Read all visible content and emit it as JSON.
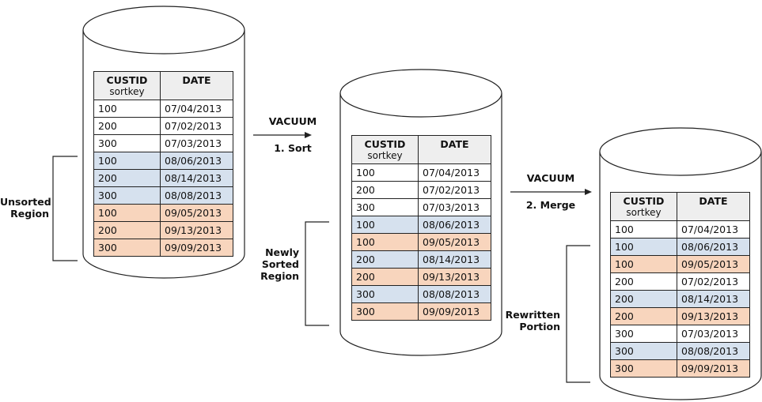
{
  "arrows": [
    {
      "top": "VACUUM",
      "bottom": "1. Sort"
    },
    {
      "top": "VACUUM",
      "bottom": "2. Merge"
    }
  ],
  "region_labels": {
    "unsorted": "Unsorted\nRegion",
    "newly_sorted": "Newly\nSorted\nRegion",
    "rewritten": "Rewritten\nPortion"
  },
  "table_header": {
    "col1": "CUSTID",
    "col1_sub": "sortkey",
    "col2": "DATE"
  },
  "tables": [
    {
      "rows": [
        {
          "custid": "100",
          "date": "07/04/2013",
          "color": "white"
        },
        {
          "custid": "200",
          "date": "07/02/2013",
          "color": "white"
        },
        {
          "custid": "300",
          "date": "07/03/2013",
          "color": "white"
        },
        {
          "custid": "100",
          "date": "08/06/2013",
          "color": "blue"
        },
        {
          "custid": "200",
          "date": "08/14/2013",
          "color": "blue"
        },
        {
          "custid": "300",
          "date": "08/08/2013",
          "color": "blue"
        },
        {
          "custid": "100",
          "date": "09/05/2013",
          "color": "peach"
        },
        {
          "custid": "200",
          "date": "09/13/2013",
          "color": "peach"
        },
        {
          "custid": "300",
          "date": "09/09/2013",
          "color": "peach"
        }
      ]
    },
    {
      "rows": [
        {
          "custid": "100",
          "date": "07/04/2013",
          "color": "white"
        },
        {
          "custid": "200",
          "date": "07/02/2013",
          "color": "white"
        },
        {
          "custid": "300",
          "date": "07/03/2013",
          "color": "white"
        },
        {
          "custid": "100",
          "date": "08/06/2013",
          "color": "blue"
        },
        {
          "custid": "100",
          "date": "09/05/2013",
          "color": "peach"
        },
        {
          "custid": "200",
          "date": "08/14/2013",
          "color": "blue"
        },
        {
          "custid": "200",
          "date": "09/13/2013",
          "color": "peach"
        },
        {
          "custid": "300",
          "date": "08/08/2013",
          "color": "blue"
        },
        {
          "custid": "300",
          "date": "09/09/2013",
          "color": "peach"
        }
      ]
    },
    {
      "rows": [
        {
          "custid": "100",
          "date": "07/04/2013",
          "color": "white"
        },
        {
          "custid": "100",
          "date": "08/06/2013",
          "color": "blue"
        },
        {
          "custid": "100",
          "date": "09/05/2013",
          "color": "peach"
        },
        {
          "custid": "200",
          "date": "07/02/2013",
          "color": "white"
        },
        {
          "custid": "200",
          "date": "08/14/2013",
          "color": "blue"
        },
        {
          "custid": "200",
          "date": "09/13/2013",
          "color": "peach"
        },
        {
          "custid": "300",
          "date": "07/03/2013",
          "color": "white"
        },
        {
          "custid": "300",
          "date": "08/08/2013",
          "color": "blue"
        },
        {
          "custid": "300",
          "date": "09/09/2013",
          "color": "peach"
        }
      ]
    }
  ],
  "colors": {
    "blue": "#d6e1ee",
    "peach": "#f8d5bd",
    "header": "#eeeeee",
    "line": "#222222"
  }
}
